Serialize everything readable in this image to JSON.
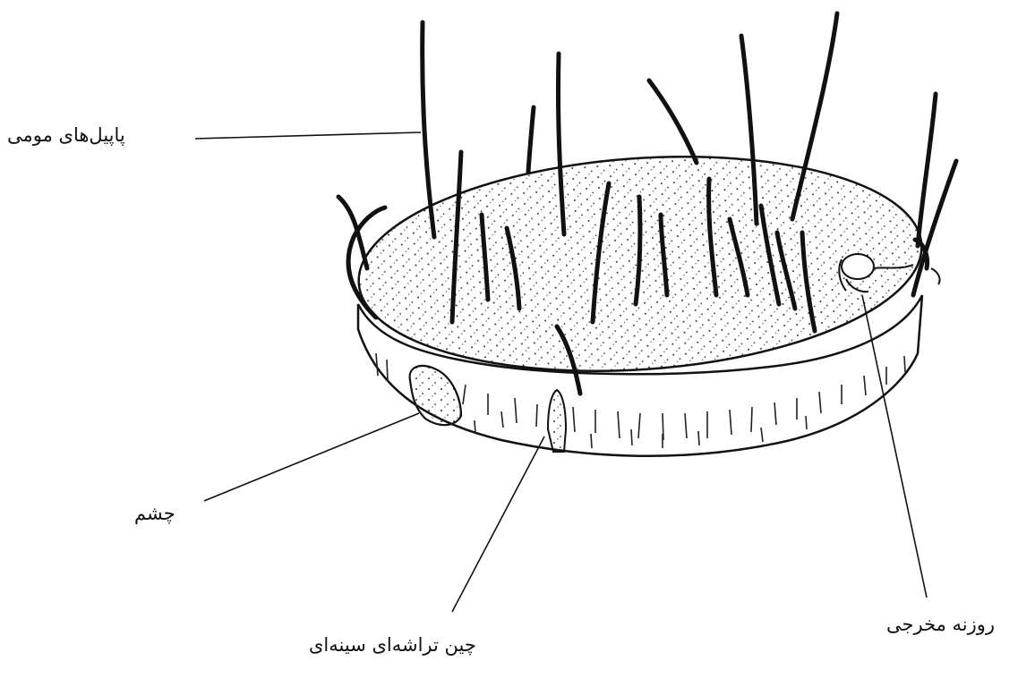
{
  "labels": {
    "wax_papillae": "پاپیل‌های مومی",
    "eye": "چشم",
    "thoracic_fold": "چین تراشه‌ای سینه‌ای",
    "exit_aperture": "روزنه مخرجی"
  },
  "colors": {
    "ink": "#111111",
    "background": "#ffffff"
  }
}
